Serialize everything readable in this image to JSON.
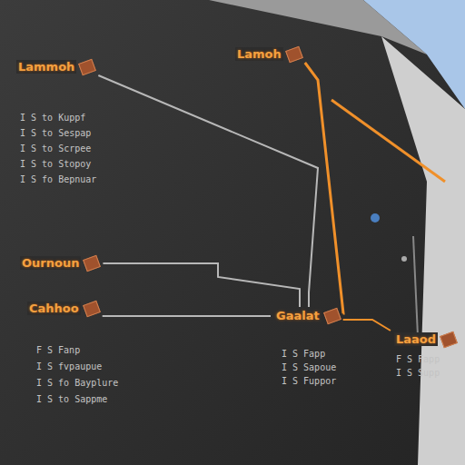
{
  "diagram": {
    "nodes": [
      {
        "text": [
          "Lammoh"
        ]
      },
      {
        "text": [
          "Lamoh"
        ]
      },
      {
        "text": [
          "Ournoun"
        ]
      },
      {
        "text": [
          "Cahhoo"
        ]
      },
      {
        "text": [
          "Gaalat"
        ]
      },
      {
        "text": [
          "Laaod"
        ]
      }
    ],
    "edges": [
      {
        "from": 0,
        "to": 4,
        "arrow": "none"
      },
      {
        "from": 1,
        "to": 4,
        "arrow": "none"
      },
      {
        "from": 2,
        "to": 4,
        "arrow": "none"
      },
      {
        "from": 3,
        "to": 4,
        "arrow": "none"
      },
      {
        "from": 4,
        "to": 5,
        "arrow": "none"
      }
    ],
    "labels": [
      "I S to Kuppf",
      "I S to Sespap",
      "I S to Scrpee",
      "I S to Stopoy",
      "I S fo Bepnuar",
      "F S Fanp",
      "I S fvpaupue",
      "I S fo Bayplure",
      "I S to Sappme",
      "I S Fapp",
      "I S Sapoue",
      "I S Fuppor",
      "F S Fapp",
      "I S Supp"
    ]
  }
}
